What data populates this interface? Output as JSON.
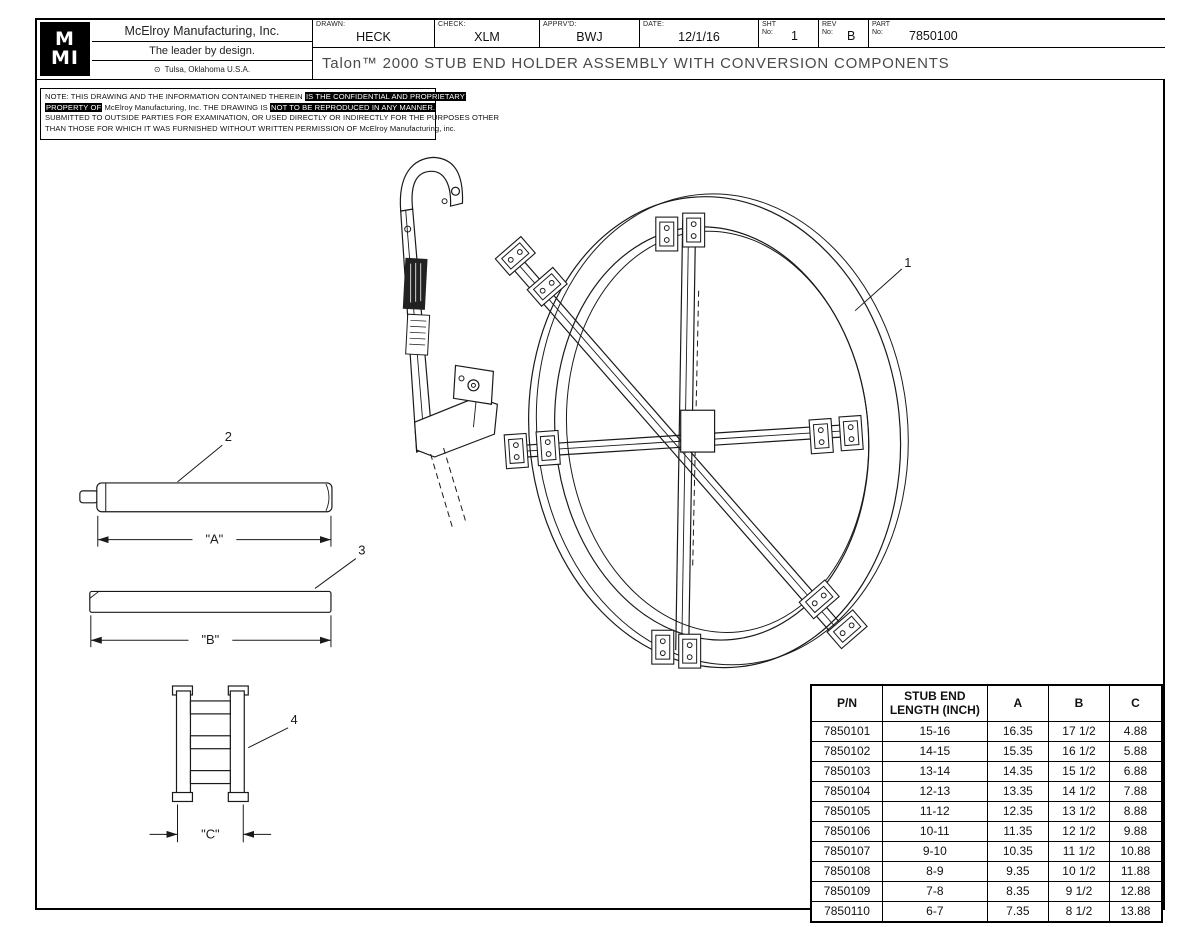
{
  "title_block": {
    "company": "McElroy Manufacturing, Inc.",
    "tagline": "The leader by design.",
    "location": "Tulsa, Oklahoma U.S.A.",
    "cert_mark": "⊙",
    "logo_line1": "M",
    "logo_line2": "MI",
    "drawn_label": "DRAWN:",
    "drawn_value": "HECK",
    "check_label": "CHECK:",
    "check_value": "XLM",
    "apprvd_label": "APPRV'D:",
    "apprvd_value": "BWJ",
    "date_label": "DATE:",
    "date_value": "12/1/16",
    "sht_label": "SHT\nNo:",
    "sht_value": "1",
    "rev_label": "REV\nNo:",
    "rev_value": "B",
    "part_label": "PART\nNo:",
    "part_value": "7850100",
    "drawing_title": "Talon™ 2000 STUB END HOLDER ASSEMBLY WITH CONVERSION COMPONENTS"
  },
  "note": {
    "line1_a": "NOTE: THIS DRAWING AND THE INFORMATION CONTAINED THEREIN ",
    "line1_b": "IS THE CONFIDENTIAL AND PROPRIETARY",
    "line2_a": "PROPERTY OF",
    "line2_b": " McElroy Manufacturing, Inc. THE DRAWING IS ",
    "line2_c": "NOT TO BE REPRODUCED IN ANY MANNER.",
    "line3": "SUBMITTED TO OUTSIDE PARTIES FOR EXAMINATION, OR USED DIRECTLY OR INDIRECTLY FOR THE PURPOSES OTHER",
    "line4": "THAN THOSE FOR WHICH IT WAS FURNISHED WITHOUT WRITTEN PERMISSION OF McElroy Manufacturing, inc."
  },
  "callouts": {
    "item1": "1",
    "item2": "2",
    "item3": "3",
    "item4": "4",
    "dim_a": "\"A\"",
    "dim_b": "\"B\"",
    "dim_c": "\"C\""
  },
  "table": {
    "headers": [
      "P/N",
      "STUB END\nLENGTH (INCH)",
      "A",
      "B",
      "C"
    ],
    "rows": [
      [
        "7850101",
        "15-16",
        "16.35",
        "17 1/2",
        "4.88"
      ],
      [
        "7850102",
        "14-15",
        "15.35",
        "16 1/2",
        "5.88"
      ],
      [
        "7850103",
        "13-14",
        "14.35",
        "15 1/2",
        "6.88"
      ],
      [
        "7850104",
        "12-13",
        "13.35",
        "14 1/2",
        "7.88"
      ],
      [
        "7850105",
        "11-12",
        "12.35",
        "13 1/2",
        "8.88"
      ],
      [
        "7850106",
        "10-11",
        "11.35",
        "12 1/2",
        "9.88"
      ],
      [
        "7850107",
        "9-10",
        "10.35",
        "11 1/2",
        "10.88"
      ],
      [
        "7850108",
        "8-9",
        "9.35",
        "10 1/2",
        "11.88"
      ],
      [
        "7850109",
        "7-8",
        "8.35",
        "9 1/2",
        "12.88"
      ],
      [
        "7850110",
        "6-7",
        "7.35",
        "8 1/2",
        "13.88"
      ]
    ]
  },
  "colors": {
    "line": "#1a1a1a",
    "paper": "#ffffff",
    "title_text": "#4a4a4a"
  }
}
